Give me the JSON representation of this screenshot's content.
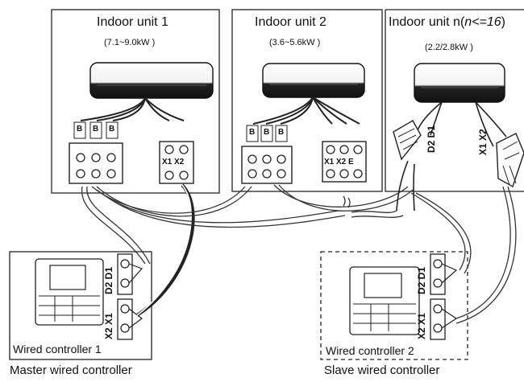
{
  "indoor_units": [
    {
      "title": "Indoor unit 1",
      "capacity": "(7.1~9.0kW )"
    },
    {
      "title": "Indoor unit 2",
      "capacity": "(3.6~5.6kW )"
    },
    {
      "title_prefix": "Indoor unit n(",
      "title_italic": "n<=16",
      "title_suffix": ")",
      "capacity": "(2.2/2.8kW )"
    }
  ],
  "terminals": {
    "unit1_signal": "X1 X2",
    "unit2_signal": "X1 X2  E",
    "unitn_d": "D2 D1",
    "unitn_x": "X1 X2",
    "ctl1_d": "D2 D1",
    "ctl1_x": "X2 X1",
    "ctl2_d": "D2 D1",
    "ctl2_x": "X2 X1",
    "power_marks": [
      "B",
      "B",
      "B"
    ]
  },
  "controllers": [
    {
      "label": "Wired controller 1",
      "caption": "Master wired controller"
    },
    {
      "label": "Wired controller 2",
      "caption": "Slave wired controller"
    }
  ]
}
